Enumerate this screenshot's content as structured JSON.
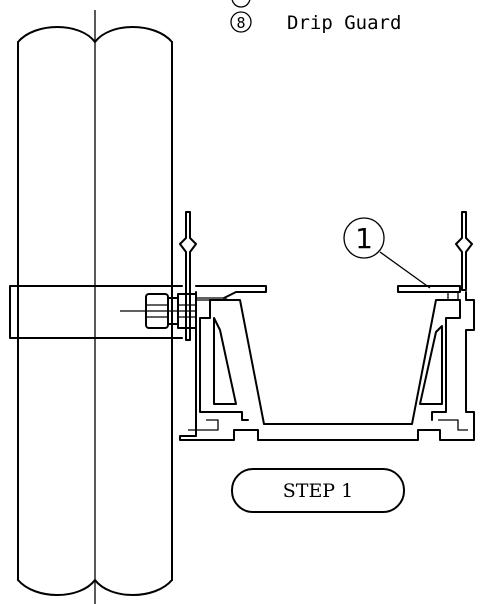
{
  "legend": {
    "item_number": "8",
    "item_label": "Drip Guard"
  },
  "callout": {
    "number": "1"
  },
  "step": {
    "label": "STEP 1"
  }
}
